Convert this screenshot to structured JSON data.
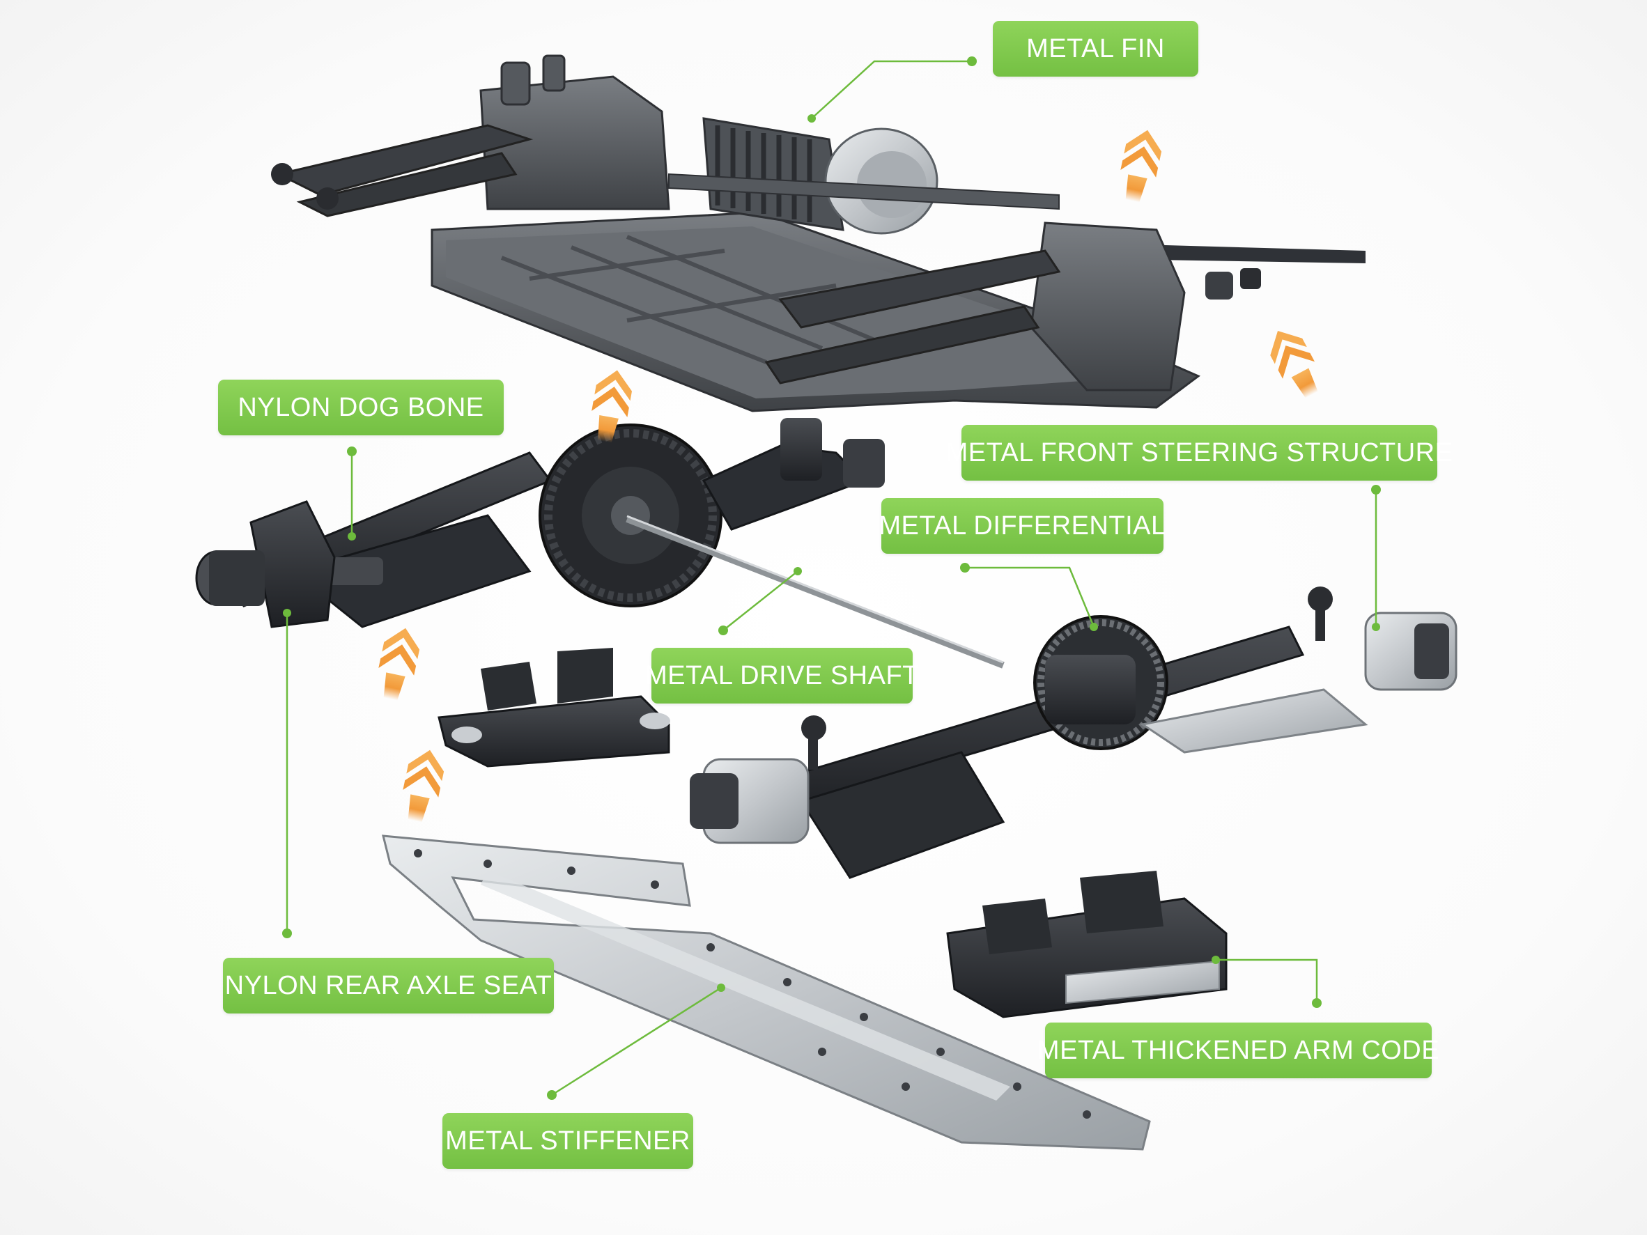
{
  "colors": {
    "label_green": "#7cc74a",
    "leader_green": "#6dbb3c",
    "arrow_orange": "#f29a3a",
    "part_dark": "#2f3237",
    "chassis_grey": "#5b5f64",
    "metal_silver": "#c9cdd1"
  },
  "labels": {
    "metal_fin": "METAL FIN",
    "nylon_dog_bone": "NYLON DOG BONE",
    "metal_front_steering": "METAL FRONT STEERING STRUCTURE",
    "metal_differential": "METAL DIFFERENTIAL",
    "metal_drive_shaft": "METAL DRIVE SHAFT",
    "nylon_rear_axle_seat": "NYLON REAR AXLE SEAT",
    "metal_thickened_arm_code": "METAL THICKENED ARM CODE",
    "metal_stiffener": "METAL STIFFENER"
  },
  "icons": {
    "assembly_arrow": "double-chevron-up-arrow-icon"
  }
}
